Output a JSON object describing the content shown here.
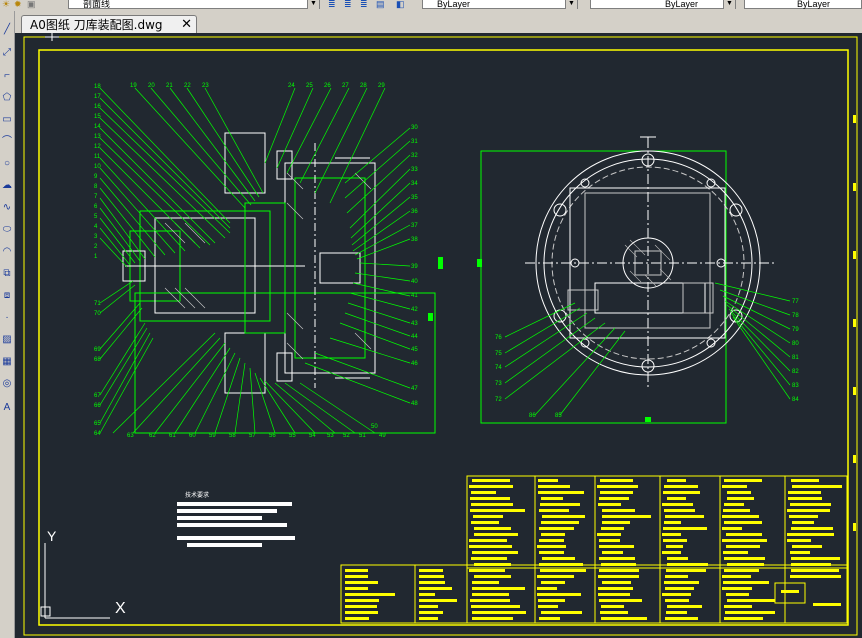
{
  "toolbar": {
    "layer_name": "剖面线",
    "color_value": "ByLayer",
    "linetype_value": "ByLayer",
    "lineweight_value": "ByLayer"
  },
  "tabs": [
    {
      "label": "A0图纸 刀库装配图.dwg",
      "active": true
    }
  ],
  "tab_close_glyph": "✕",
  "canvas": {
    "background_color": "#212830",
    "frame_color": "#ffff00",
    "drawing_color": "#00ff00",
    "ucs_y_label": "Y",
    "ucs_x_label": "X"
  },
  "drawing": {
    "notes_heading": "技术要求",
    "left_view_balloons": [
      "18",
      "17",
      "16",
      "15",
      "14",
      "13",
      "12",
      "11",
      "10",
      "9",
      "8",
      "7",
      "6",
      "5",
      "4",
      "3",
      "2",
      "1",
      "71",
      "70",
      "69",
      "68",
      "67",
      "66",
      "65",
      "64"
    ],
    "top_balloons": [
      "19",
      "20",
      "21",
      "22",
      "23",
      "24",
      "25",
      "26",
      "27",
      "28",
      "29"
    ],
    "right_balloons": [
      "30",
      "31",
      "32",
      "33",
      "34",
      "35",
      "36",
      "37",
      "38",
      "39",
      "40",
      "41",
      "42",
      "43",
      "44",
      "45",
      "46",
      "47",
      "48",
      "49"
    ],
    "bottom_balloons": [
      "63",
      "62",
      "61",
      "60",
      "59",
      "58",
      "57",
      "56",
      "55",
      "54",
      "53",
      "52",
      "51",
      "50"
    ],
    "side_view_balloons_left": [
      "76",
      "75",
      "74",
      "73",
      "72"
    ],
    "side_view_balloons_bottom": [
      "86",
      "85"
    ],
    "side_view_balloons_right": [
      "77",
      "78",
      "79",
      "80",
      "81",
      "82",
      "83",
      "84"
    ]
  }
}
